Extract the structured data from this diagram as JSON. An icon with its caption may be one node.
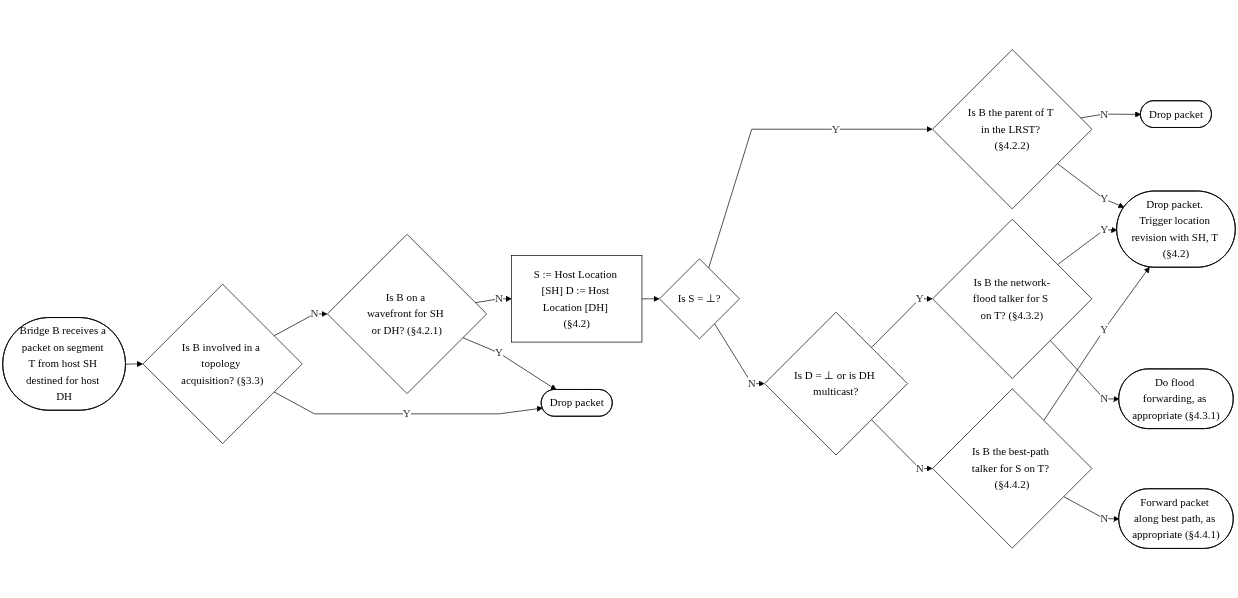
{
  "diagram": {
    "nodes": [
      {
        "text": [
          "Bridge B receives a packet on segment T from host SH destined for host DH"
        ]
      },
      {
        "text": [
          "Is B involved in a topology acquisition? (§3.3)"
        ]
      },
      {
        "text": [
          "Is B on a wavefront for SH or DH? (§4.2.1)"
        ]
      },
      {
        "text": [
          "S := Host Location [SH] D := Host Location [DH] (§4.2)"
        ]
      },
      {
        "text": [
          "Drop packet"
        ]
      },
      {
        "text": [
          "Is S = ⊥?"
        ]
      },
      {
        "text": [
          "Is D = ⊥ or is DH multicast?"
        ]
      },
      {
        "text": [
          "Is B the best-path talker for S on T? (§4.4.2)"
        ]
      },
      {
        "text": [
          "Forward packet along best path, as appropriate (§4.4.1)"
        ]
      },
      {
        "text": [
          "Is B the network-flood talker for S on T? (§4.3.2)"
        ]
      },
      {
        "text": [
          "Do flood forwarding, as appropriate (§4.3.1)"
        ]
      },
      {
        "text": [
          "Is B the parent of T in the LRST? (§4.2.2)"
        ]
      },
      {
        "text": [
          "Drop packet"
        ]
      },
      {
        "text": [
          "Drop packet. Trigger location revision with SH, T (§4.2)"
        ]
      }
    ],
    "edges": [
      {
        "from": 0,
        "to": 1,
        "arrow": "to"
      },
      {
        "from": 1,
        "to": 4,
        "label": "Y",
        "arrow": "to"
      },
      {
        "from": 1,
        "to": 2,
        "label": "N",
        "arrow": "to"
      },
      {
        "from": 2,
        "to": 4,
        "label": "Y",
        "arrow": "to"
      },
      {
        "from": 2,
        "to": 3,
        "label": "N",
        "arrow": "to"
      },
      {
        "from": 3,
        "to": 5,
        "arrow": "to"
      },
      {
        "from": 5,
        "to": 11,
        "label": "Y",
        "arrow": "to"
      },
      {
        "from": 5,
        "to": 6,
        "label": "N",
        "arrow": "to"
      },
      {
        "from": 6,
        "to": 9,
        "label": "Y",
        "arrow": "to"
      },
      {
        "from": 6,
        "to": 7,
        "label": "N",
        "arrow": "to"
      },
      {
        "from": 7,
        "to": 13,
        "label": "Y",
        "arrow": "to"
      },
      {
        "from": 7,
        "to": 8,
        "label": "N",
        "arrow": "to"
      },
      {
        "from": 9,
        "to": 13,
        "label": "Y",
        "arrow": "to"
      },
      {
        "from": 9,
        "to": 10,
        "label": "N",
        "arrow": "to"
      },
      {
        "from": 11,
        "to": 13,
        "label": "Y",
        "arrow": "to"
      },
      {
        "from": 11,
        "to": 12,
        "label": "N",
        "arrow": "to"
      }
    ]
  }
}
